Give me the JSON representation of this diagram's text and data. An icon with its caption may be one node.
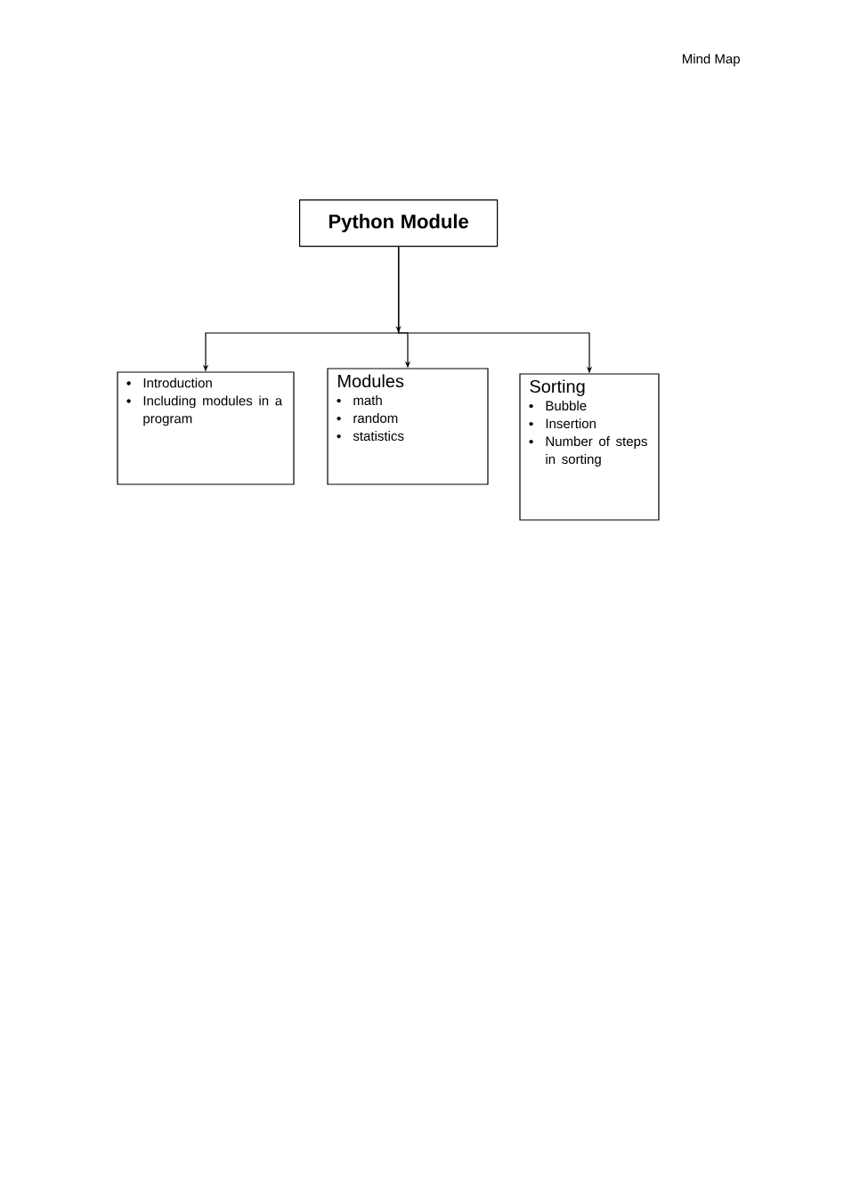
{
  "diagram": {
    "nodes": [
      {
        "text": [
          "Python Module"
        ]
      },
      {
        "text": [
          "Introduction",
          "Including modules in a program"
        ]
      },
      {
        "text": [
          "Modules",
          "math",
          "random",
          "statistics"
        ]
      },
      {
        "text": [
          "Sorting",
          "Bubble",
          "Insertion",
          "Number of steps in sorting"
        ]
      }
    ],
    "edges": [
      {
        "from": 0,
        "to": 1,
        "arrow": "to"
      },
      {
        "from": 0,
        "to": 2,
        "arrow": "to"
      },
      {
        "from": 0,
        "to": 3,
        "arrow": "to"
      }
    ],
    "labels": [
      "Mind Map"
    ]
  }
}
